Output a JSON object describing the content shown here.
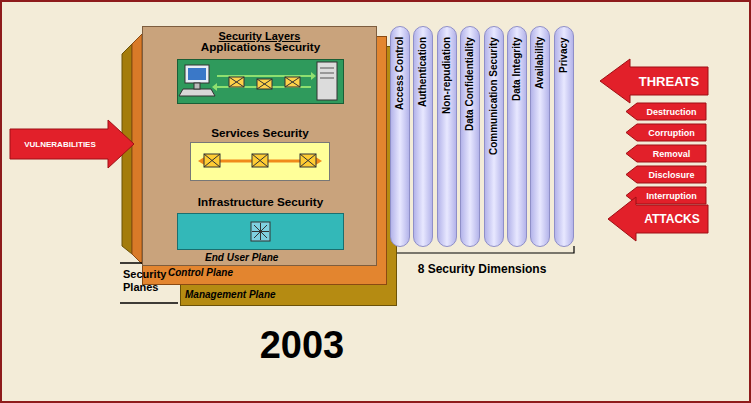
{
  "diagram": {
    "nodes": [
      {
        "text": [
          "Management Plane"
        ]
      },
      {
        "text": [
          "Control Plane"
        ]
      },
      {
        "text": [
          "Security Layers",
          "End User Plane"
        ]
      },
      {
        "text": [
          "Applications Security"
        ],
        "in": 2
      },
      {
        "text": [
          "Services Security"
        ],
        "in": 2
      },
      {
        "text": [
          "Infrastructure Security"
        ],
        "in": 2
      },
      {
        "text": [
          "Access Control"
        ]
      },
      {
        "text": [
          "Authentication"
        ]
      },
      {
        "text": [
          "Non-repudiation"
        ]
      },
      {
        "text": [
          "Data Confidentiality"
        ]
      },
      {
        "text": [
          "Communication Security"
        ]
      },
      {
        "text": [
          "Data Integrity"
        ]
      },
      {
        "text": [
          "Availability"
        ]
      },
      {
        "text": [
          "Privacy"
        ]
      },
      {
        "text": [
          "VULNERABILITIES"
        ]
      },
      {
        "text": [
          "THREATS"
        ]
      },
      {
        "text": [
          "Destruction"
        ]
      },
      {
        "text": [
          "Corruption"
        ]
      },
      {
        "text": [
          "Removal"
        ]
      },
      {
        "text": [
          "Disclosure"
        ]
      },
      {
        "text": [
          "Interruption"
        ]
      },
      {
        "text": [
          "ATTACKS"
        ]
      }
    ],
    "labels": [
      "Security Planes",
      "8 Security Dimensions",
      "2003"
    ]
  }
}
